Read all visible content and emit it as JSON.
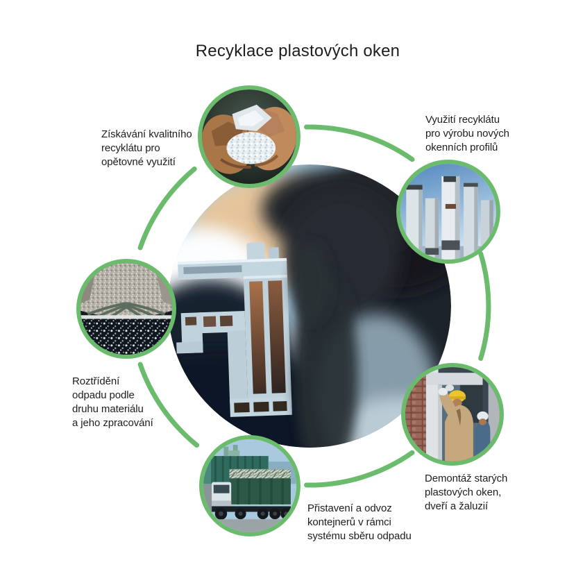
{
  "page": {
    "title": "Recyklace plastových oken",
    "background": "#ffffff"
  },
  "colors": {
    "accent_green": "#6abc6c",
    "text": "#1d1d1b"
  },
  "center": {
    "photo": "hand-holding-pvc-window-profile-cross-section"
  },
  "steps": [
    {
      "id": "granulate",
      "position": "top",
      "photo": "hands-holding-recycled-plastic-granulate",
      "label": "Získávání kvalitního\nrecyklátu pro\nopětovné využití"
    },
    {
      "id": "profiles",
      "position": "top-right",
      "photo": "new-pvc-window-profiles",
      "label": "Využití recyklátu\npro výrobu nových\nokenních profilů"
    },
    {
      "id": "sorting",
      "position": "left",
      "photo": "waste-sorting-machine-with-granulate",
      "label": "Roztřídění\nodpadu podle\ndruhu materiálu\na jeho zpracování"
    },
    {
      "id": "dismantling",
      "position": "bottom-right",
      "photo": "workers-dismantling-old-window",
      "label": "Demontáž starých\nplastových oken,\ndveří a žaluzií"
    },
    {
      "id": "transport",
      "position": "bottom",
      "photo": "truck-with-waste-container",
      "label": "Přistavení a odvoz\nkontejnerů v rámci\nsystému sběru odpadu"
    }
  ]
}
